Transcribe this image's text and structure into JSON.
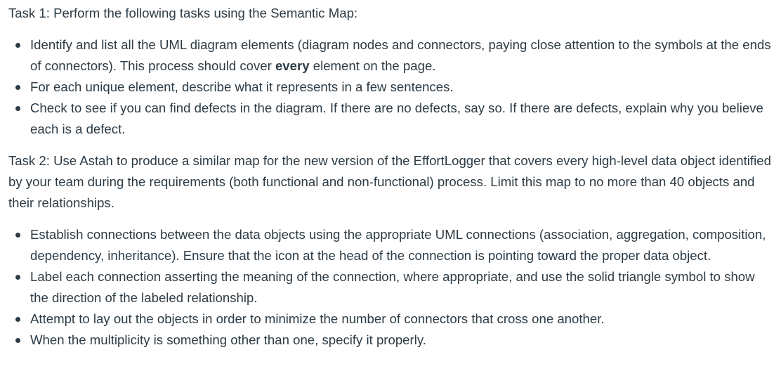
{
  "task1": {
    "heading": "Task 1: Perform the following tasks using the Semantic Map:",
    "bullets": {
      "b1": {
        "before": "Identify and list all the UML diagram elements (diagram nodes and connectors, paying close attention to the symbols at the ends of connectors). This process should cover ",
        "bold": "every",
        "after": " element on the page."
      },
      "b2": "For each unique element, describe what it represents in a few sentences.",
      "b3": "Check to see if you can find defects in the diagram.  If there are no defects, say so.  If there are defects, explain why you believe each is a defect."
    }
  },
  "task2": {
    "paragraph": "Task 2: Use Astah to produce a similar map for the new version of the EffortLogger that covers every high-level data object identified by your team during the requirements (both functional and non-functional) process.  Limit this map to no more than 40 objects and their relationships.",
    "bullets": [
      "Establish connections between the data objects using the appropriate UML connections (association, aggregation, composition, dependency, inheritance).  Ensure that the icon at the head of the connection is pointing toward the proper data object.",
      "Label each connection asserting the meaning of the connection, where appropriate, and use the solid triangle symbol to show the direction of the labeled relationship.",
      "Attempt to lay out the objects in order to minimize the number of connectors that cross one another.",
      "When the multiplicity is something other than one, specify it properly."
    ]
  }
}
